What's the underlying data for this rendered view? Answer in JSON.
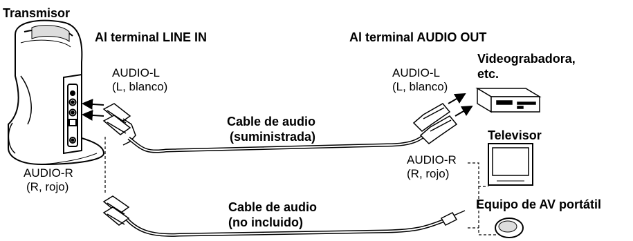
{
  "labels": {
    "transmitter": "Transmisor",
    "line_in": "Al terminal LINE IN",
    "audio_out": "Al terminal AUDIO OUT",
    "audio_l_left_1": "AUDIO-L",
    "audio_l_left_2": "(L, blanco)",
    "audio_l_right_1": "AUDIO-L",
    "audio_l_right_2": "(L, blanco)",
    "audio_r_left_1": "AUDIO-R",
    "audio_r_left_2": "(R, rojo)",
    "audio_r_right_1": "AUDIO-R",
    "audio_r_right_2": "(R, rojo)",
    "vcr_1": "Videograbadora,",
    "vcr_2": "etc.",
    "tv": "Televisor",
    "portable": "Equipo de AV portátil",
    "cable1_1": "Cable de audio",
    "cable1_2": "(suministrada)",
    "cable2_1": "Cable de audio",
    "cable2_2": "(no incluido)"
  },
  "icons": [
    "transmitter-device-icon",
    "vcr-icon",
    "tv-icon",
    "portable-player-icon",
    "rca-plug-icon",
    "mini-plug-icon"
  ]
}
